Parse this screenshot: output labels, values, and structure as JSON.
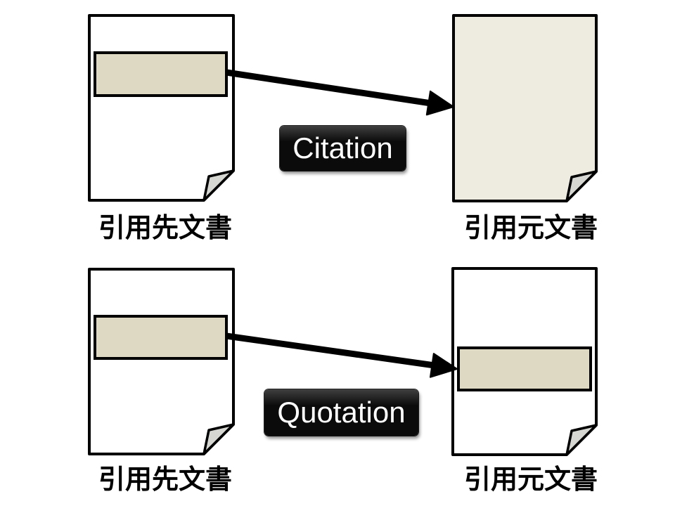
{
  "colors": {
    "background": "#ffffff",
    "stroke": "#000000",
    "doc_fill": "#ffffff",
    "source_doc_fill": "#eeece1",
    "highlight_fill": "#ddd9c3",
    "fold_fill": "#d6d6d2",
    "tag_bg": "#0b0b0b",
    "tag_bg_highlight": "#3f3f3f",
    "tag_text": "#ffffff",
    "label_text": "#000000"
  },
  "citation_row": {
    "relation_label": "Citation",
    "left_doc_label": "引用先文書",
    "right_doc_label": "引用元文書"
  },
  "quotation_row": {
    "relation_label": "Quotation",
    "left_doc_label": "引用先文書",
    "right_doc_label": "引用元文書"
  }
}
